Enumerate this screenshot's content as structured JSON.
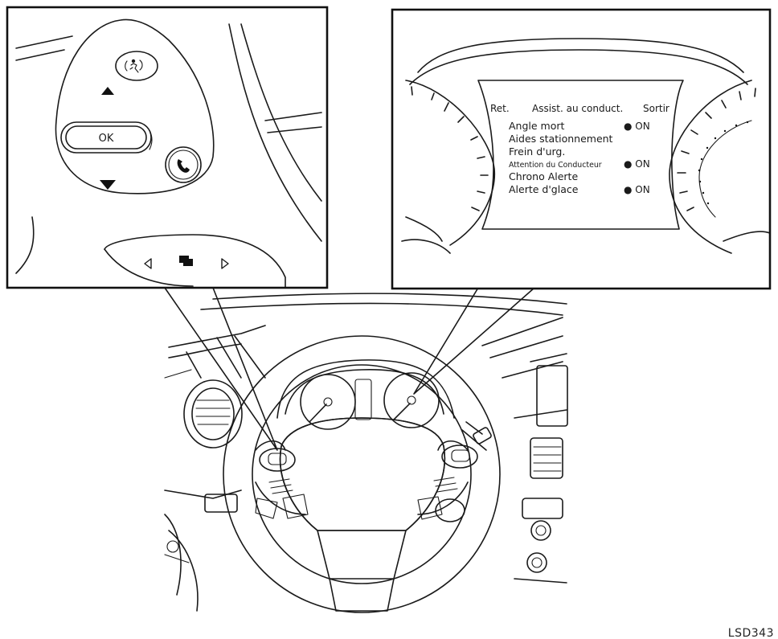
{
  "switch_panel": {
    "ok_label": "OK"
  },
  "display": {
    "header": {
      "back": "Ret.",
      "title": "Assist. au conduct.",
      "exit": "Sortir"
    },
    "items": [
      {
        "label": "Angle mort",
        "status": "● ON"
      },
      {
        "label": "Aides stationnement",
        "status": ""
      },
      {
        "label": "Frein d'urg.",
        "status": ""
      },
      {
        "label": "Attention du Conducteur",
        "status": "● ON"
      },
      {
        "label": "Chrono Alerte",
        "status": ""
      },
      {
        "label": "Alerte d'glace",
        "status": "● ON"
      }
    ]
  },
  "figure_code": "LSD343",
  "icons": [
    "voice-icon",
    "phone-icon",
    "arrow-up-icon",
    "arrow-down-icon",
    "arrow-left-icon",
    "arrow-right-icon",
    "display-mode-icon"
  ]
}
